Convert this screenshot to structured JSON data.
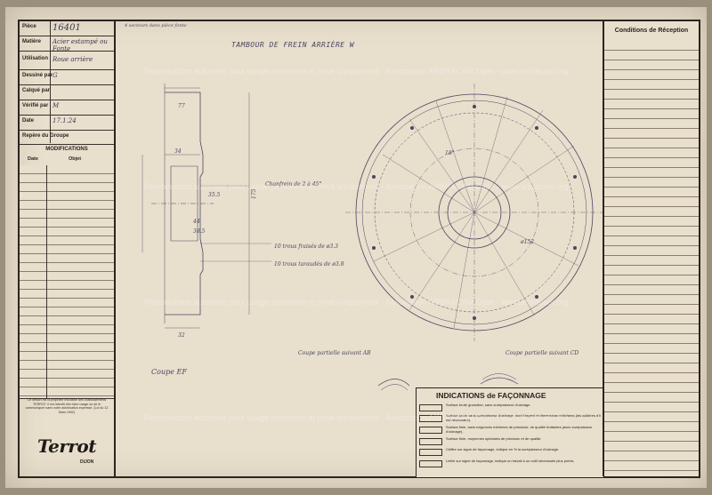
{
  "title_block": {
    "rows": [
      {
        "label": "Pièce",
        "value": "16401"
      },
      {
        "label": "Matière",
        "value": "Acier estampé ou Fonte"
      },
      {
        "label": "Utilisation",
        "value": "Roue arrière"
      },
      {
        "label": "Dessiné par",
        "value": "G"
      },
      {
        "label": "Calqué par",
        "value": ""
      },
      {
        "label": "Vérifié par",
        "value": "M"
      },
      {
        "label": "Date",
        "value": "17.1.24"
      },
      {
        "label": "Repère du Groupe",
        "value": ""
      }
    ],
    "modifications": {
      "title": "MODIFICATIONS",
      "col_date": "Date",
      "col_object": "Objet"
    },
    "notice": "Ce dessin est la propriété exclusive des Établissements TERROT. Il est interdit d'en faire usage ou de le communiquer sans notre autorisation expresse. (Loi du 12 Mars 1902)",
    "brand": "Terrot",
    "city": "DIJON"
  },
  "conditions": {
    "title": "Conditions de Réception"
  },
  "drawing": {
    "title": "TAMBOUR DE FREIN ARRIÈRE W",
    "top_note": "4 secteurs dans pièce fonte",
    "section_label": "Coupe EF",
    "annotations": [
      {
        "text": "Chanfrein de 2 à 45°"
      },
      {
        "text": "10 trous fraisés de ø3.3"
      },
      {
        "text": "10 trous taraudés de ø3.8"
      },
      {
        "text": "Coupe partielle suivant AB"
      },
      {
        "text": "Coupe partielle suivant CD"
      }
    ],
    "dims": [
      "77",
      "34",
      "35.5",
      "44",
      "38.5",
      "32",
      "175",
      "ø152",
      "18°"
    ]
  },
  "legend": {
    "title": "INDICATIONS de FAÇONNAGE",
    "rows": [
      "Surface brute grossière, sans surépaisseur d'usinage.",
      "Surface brute sans surépaisseur d'usinage, dont l'aspect et dimensions relâchées (les cuillères d'il est nécessaire).",
      "Surface finie, sans exigences extrêmes de précision; de qualité frottantes (avec surépaisseur d'usinage).",
      "Surface finie, moyennes spéciales de précision et de qualité.",
      "Chiffre sur signe de façonnage, indique en % la surépaisseur d'usinage.",
      "Lettre sur signe de façonnage, indique un travail à un outil nécessaire plus précis."
    ]
  },
  "watermark": "Reproduction autorisée pour usage personnel et privé uniquement - Association ARBRACAM Dijon - www.arbracam.org"
}
